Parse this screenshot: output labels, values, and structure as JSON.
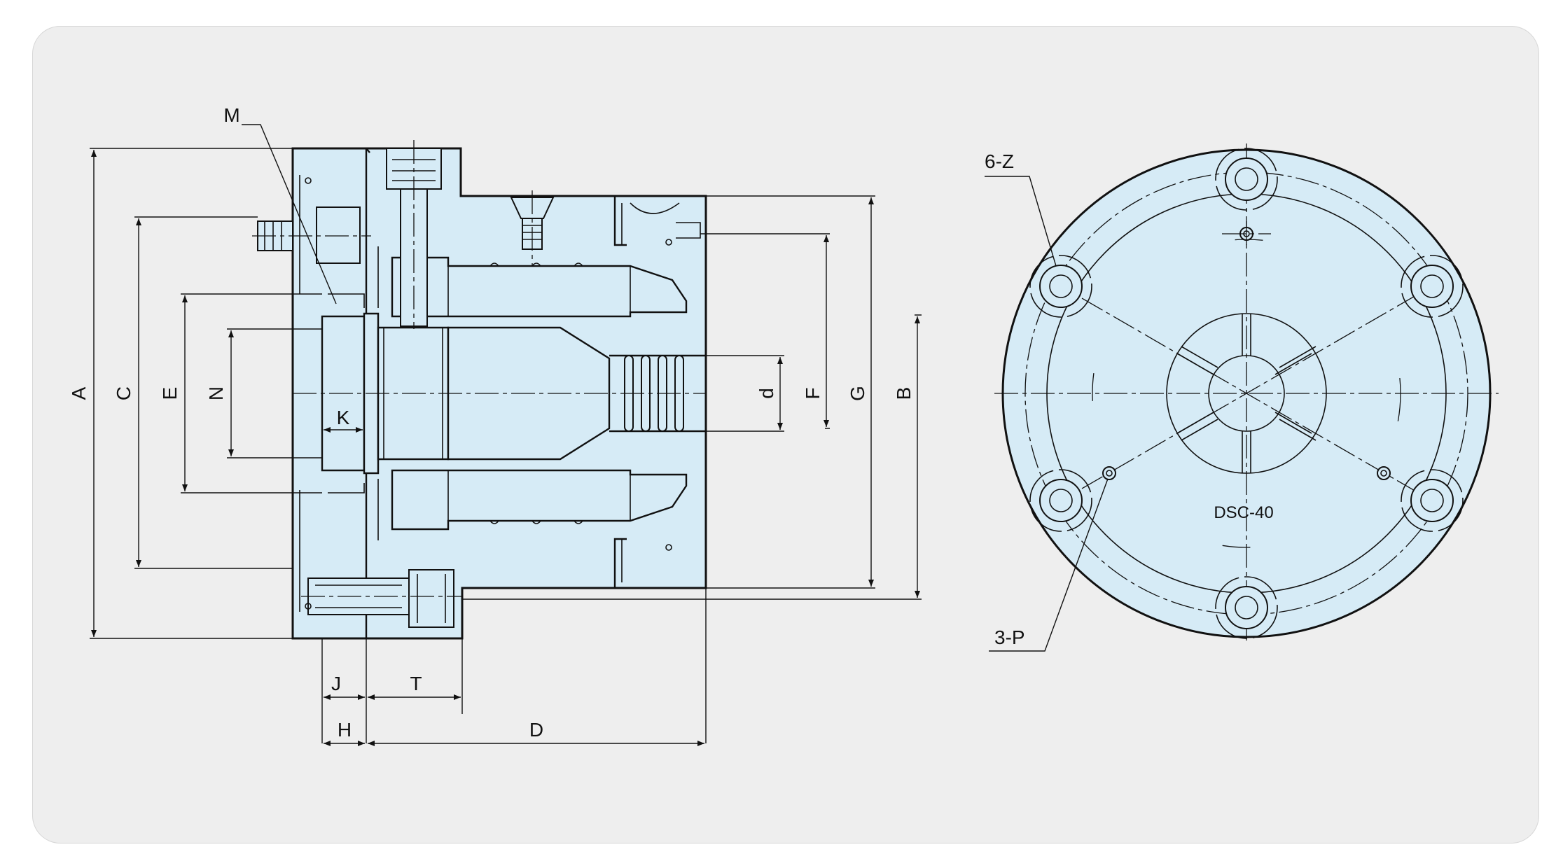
{
  "side_view": {
    "dimension_labels": {
      "A": "A",
      "C": "C",
      "E": "E",
      "N": "N",
      "K": "K",
      "M": "M",
      "d": "d",
      "F": "F",
      "G": "G",
      "B": "B",
      "J": "J",
      "T": "T",
      "H": "H",
      "D": "D"
    }
  },
  "front_view": {
    "model": "DSC-40",
    "callout_6z": "6-Z",
    "callout_3p": "3-P"
  },
  "colors": {
    "part_fill": "#d6ebf6",
    "panel_bg": "#eeeeee",
    "line": "#111111"
  }
}
